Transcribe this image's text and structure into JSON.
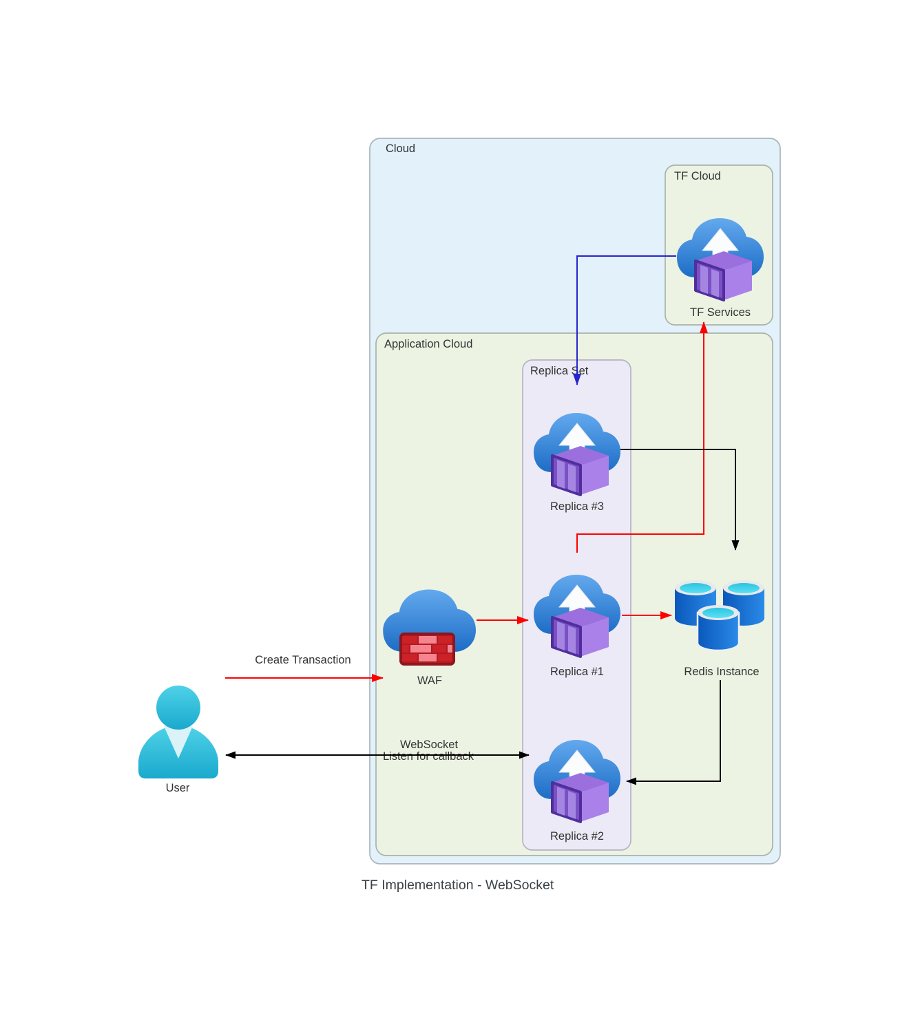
{
  "title": "TF Implementation - WebSocket",
  "containers": {
    "cloud": {
      "label": "Cloud",
      "fill": "#e2f1fa",
      "border": "#a9b4bc"
    },
    "tf_cloud": {
      "label": "TF Cloud",
      "fill": "#ecf3e3",
      "border": "#a9b2ab"
    },
    "application_cloud": {
      "label": "Application Cloud",
      "fill": "#ecf3e3",
      "border": "#a9b2ab"
    },
    "replica_set": {
      "label": "Replica Set",
      "fill": "#eceaf6",
      "border": "#b5b3c4"
    }
  },
  "nodes": {
    "tf_services": {
      "label": "TF Services",
      "icon": "cloud-container-icon"
    },
    "replica_3": {
      "label": "Replica #3",
      "icon": "cloud-container-icon"
    },
    "replica_1": {
      "label": "Replica #1",
      "icon": "cloud-container-icon"
    },
    "replica_2": {
      "label": "Replica #2",
      "icon": "cloud-container-icon"
    },
    "waf": {
      "label": "WAF",
      "icon": "cloud-firewall-icon"
    },
    "redis": {
      "label": "Redis Instance",
      "icon": "database-cylinders-icon"
    },
    "user": {
      "label": "User",
      "icon": "person-icon"
    }
  },
  "edges": {
    "create_transaction": {
      "label": "Create Transaction",
      "color": "#ff0000",
      "from": "user",
      "to": "waf"
    },
    "waf_to_replica1": {
      "color": "#ff0000",
      "from": "waf",
      "to": "replica_1"
    },
    "replica1_to_redis": {
      "color": "#ff0000",
      "from": "replica_1",
      "to": "redis"
    },
    "replica1_to_tf_services": {
      "color": "#ff0000",
      "from": "replica_1",
      "to": "tf_services"
    },
    "tf_services_to_replica_set": {
      "color": "#2626cc",
      "from": "tf_services",
      "to": "replica_set"
    },
    "replica3_to_redis": {
      "color": "#000000",
      "from": "replica_3",
      "to": "redis"
    },
    "redis_to_replica2": {
      "color": "#000000",
      "from": "redis",
      "to": "replica_2"
    },
    "websocket": {
      "label_line1": "WebSocket",
      "label_line2": "Listen for callback",
      "color": "#000000",
      "from": "user",
      "to": "replica_2",
      "bidirectional": true
    }
  },
  "colors": {
    "red_edge": "#ff0000",
    "blue_edge": "#2626cc",
    "black_edge": "#000000",
    "icon_cloud_blue": "#2e7ad1",
    "icon_purple": "#8a5fd0",
    "icon_teal": "#2bbcd9",
    "icon_brick_red": "#cc2127",
    "icon_cyan": "#45d4ee",
    "label_text": "#333333"
  }
}
